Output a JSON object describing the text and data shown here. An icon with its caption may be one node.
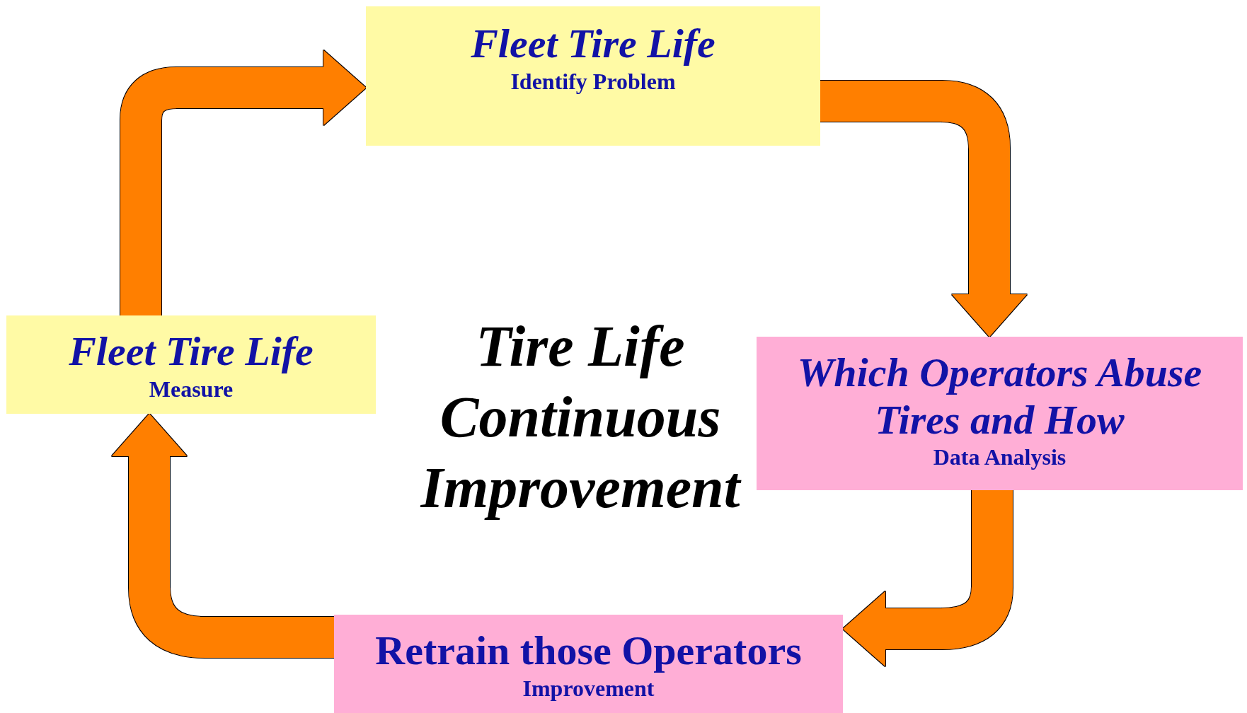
{
  "diagram": {
    "title": "Tire Life Continuous Improvement",
    "nodes": [
      {
        "text": [
          "Fleet Tire Life",
          "Identify Problem"
        ]
      },
      {
        "text": [
          "Which Operators Abuse Tires and How",
          "Data Analysis"
        ]
      },
      {
        "text": [
          "Retrain those Operators",
          "Improvement"
        ]
      },
      {
        "text": [
          "Fleet Tire Life",
          "Measure"
        ]
      }
    ],
    "edges": [
      {
        "from": 3,
        "to": 0,
        "arrow": "to"
      },
      {
        "from": 0,
        "to": 1,
        "arrow": "to"
      },
      {
        "from": 1,
        "to": 2,
        "arrow": "to"
      },
      {
        "from": 2,
        "to": 3,
        "arrow": "to"
      }
    ]
  }
}
